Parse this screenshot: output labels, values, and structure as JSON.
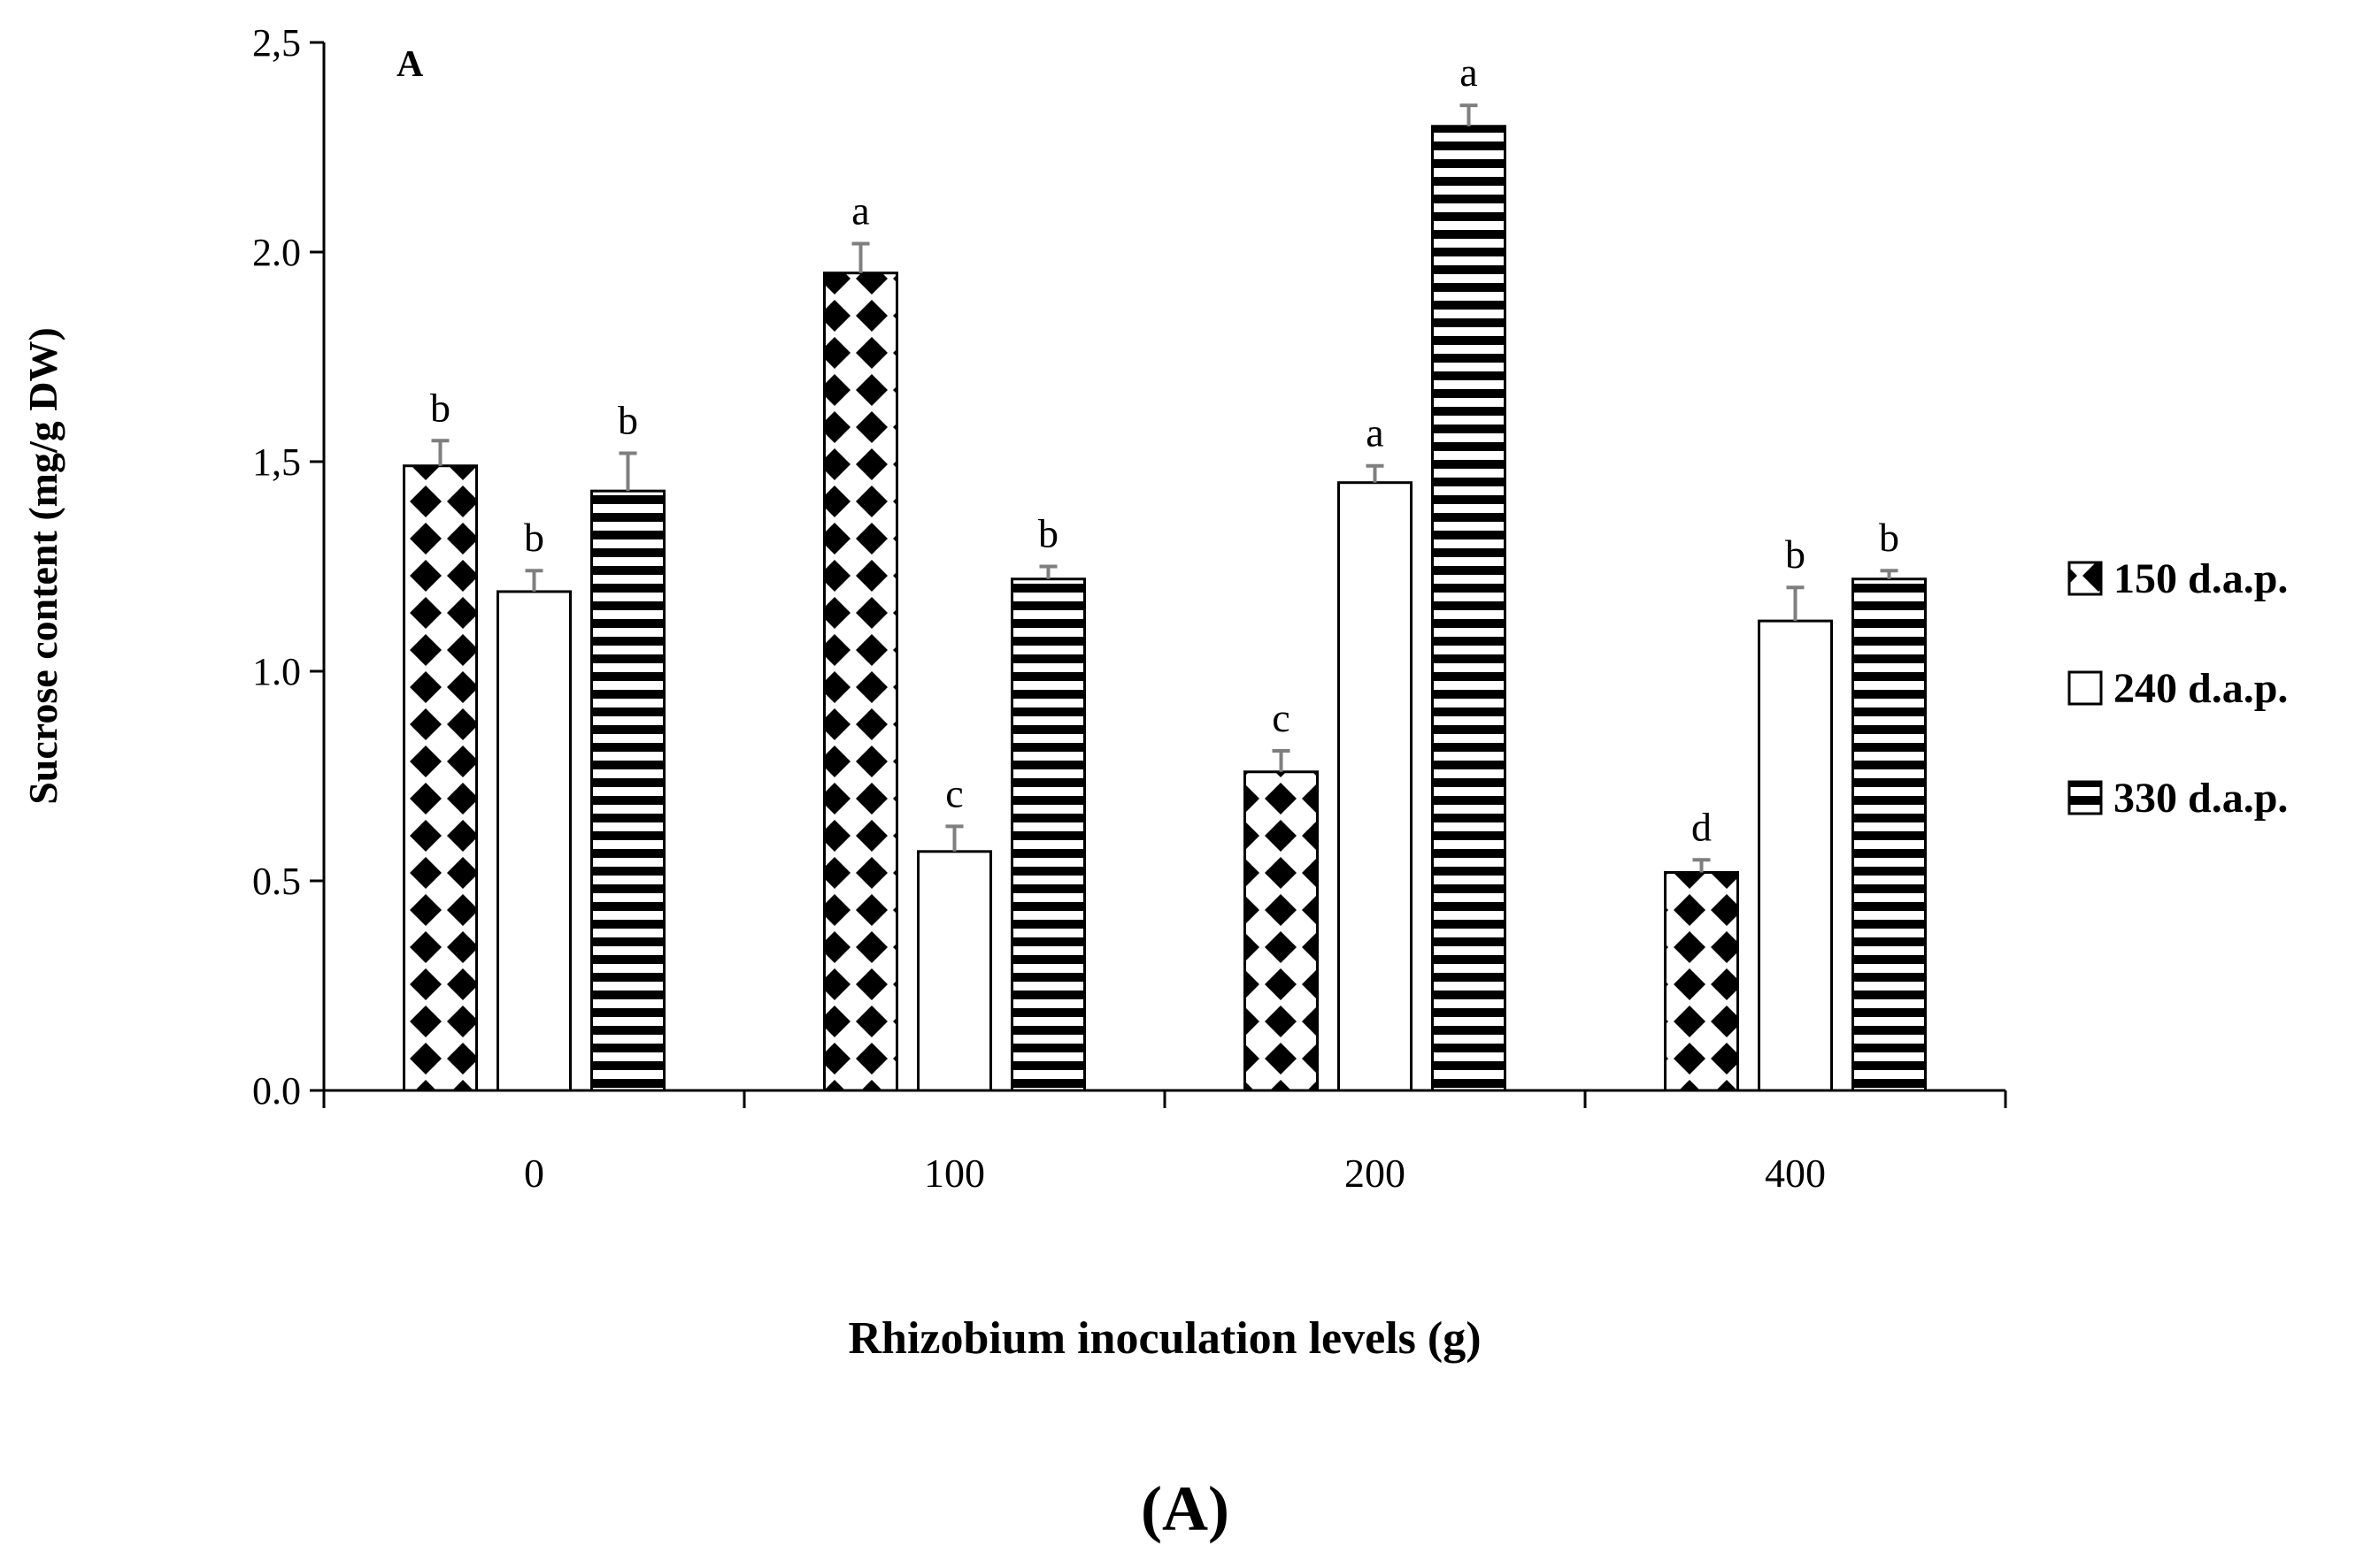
{
  "chart_data": {
    "type": "bar",
    "panel_label": "A",
    "figure_caption": "(A)",
    "xlabel": "Rhizobium inoculation levels (g)",
    "ylabel": "Sucrose content  (mg/g DW)",
    "ylim": [
      0,
      2.5
    ],
    "yticks": [
      {
        "value": 0,
        "label": "0.0"
      },
      {
        "value": 0.5,
        "label": "0.5"
      },
      {
        "value": 1.0,
        "label": "1.0"
      },
      {
        "value": 1.5,
        "label": "1,5"
      },
      {
        "value": 2.0,
        "label": "2.0"
      },
      {
        "value": 2.5,
        "label": "2,5"
      }
    ],
    "categories": [
      "0",
      "100",
      "200",
      "400"
    ],
    "legend_position": "right",
    "grid": false,
    "series": [
      {
        "name": "150 d.a.p.",
        "pattern": "diamond",
        "values": [
          1.49,
          1.95,
          0.76,
          0.52
        ],
        "errors": [
          0.06,
          0.07,
          0.05,
          0.03
        ],
        "letters": [
          "b",
          "a",
          "c",
          "d"
        ]
      },
      {
        "name": "240 d.a.p.",
        "pattern": "plain",
        "values": [
          1.19,
          0.57,
          1.45,
          1.12
        ],
        "errors": [
          0.05,
          0.06,
          0.04,
          0.08
        ],
        "letters": [
          "b",
          "c",
          "a",
          "b"
        ]
      },
      {
        "name": "330 d.a.p.",
        "pattern": "stripes",
        "values": [
          1.43,
          1.22,
          2.3,
          1.22
        ],
        "errors": [
          0.09,
          0.03,
          0.05,
          0.02
        ],
        "letters": [
          "b",
          "b",
          "a",
          "b"
        ]
      }
    ]
  }
}
